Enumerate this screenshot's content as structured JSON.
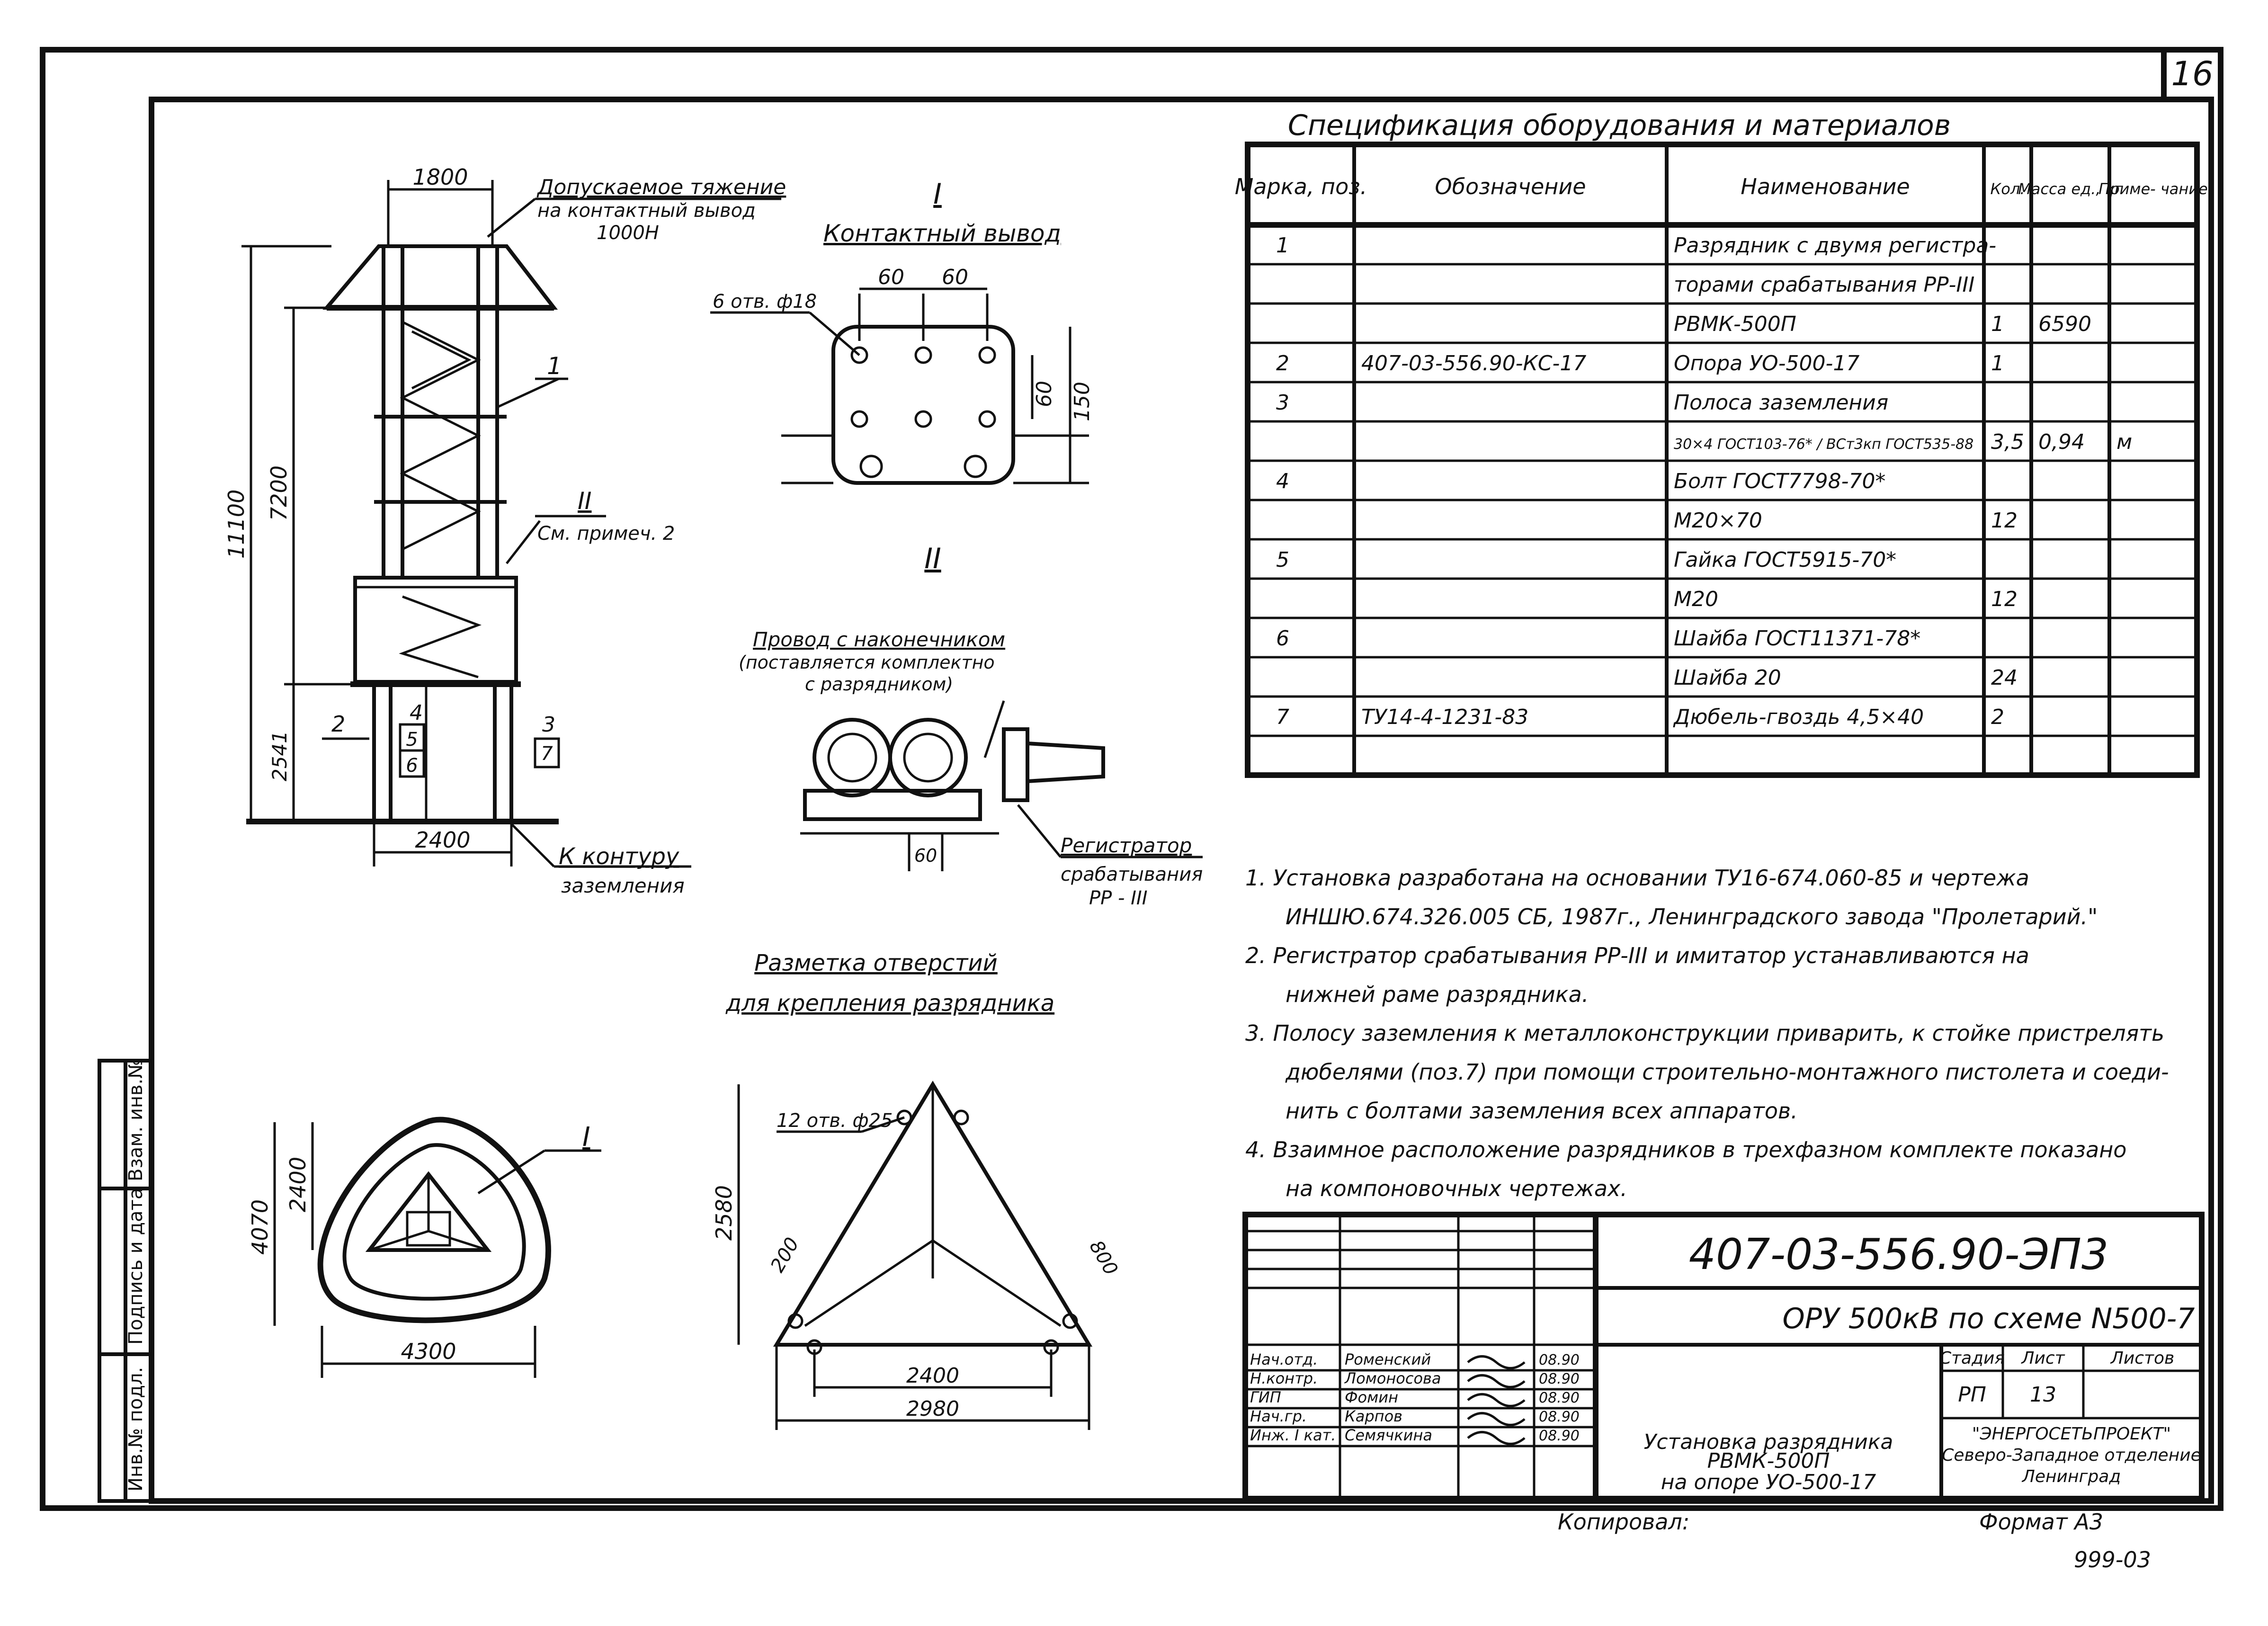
{
  "sheet": {
    "sheet_number": "16",
    "format_label": "Формат А3",
    "copied_label": "Копировал:",
    "archive_number": "999-03",
    "side_stamp": [
      "Инв.№ подл.",
      "Подпись и дата",
      "Взам. инв.№"
    ]
  },
  "elevation": {
    "top_width": "1800",
    "height_total": "11100",
    "height_upper": "7200",
    "height_lower": "2541",
    "base_width": "2400",
    "callout_tension": [
      "Допускаемое тяжение",
      "на контактный вывод",
      "1000Н"
    ],
    "callout_1": "1",
    "callout_2": "II",
    "callout_2_note": "См. примеч. 2",
    "pos_2": "2",
    "pos_3": "3",
    "pos_4": "4",
    "pos_5": "5",
    "pos_6": "6",
    "pos_7": "7",
    "ground_label": [
      "К контуру",
      "заземления"
    ]
  },
  "detail_I": {
    "roman": "I",
    "title": "Контактный вывод",
    "dim_a": "60",
    "dim_b": "60",
    "dim_c": "60",
    "dim_d": "150",
    "holes": "6 отв. ф18"
  },
  "detail_II": {
    "roman": "II",
    "wire_label": [
      "Провод с наконечником",
      "(поставляется комплектно",
      "с разрядником)"
    ],
    "dim": "60",
    "recorder_label": [
      "Регистратор",
      "срабатывания",
      "РР - III"
    ]
  },
  "plan": {
    "dim_width": "4300",
    "dim_height": "4070",
    "dim_inner": "2400",
    "callout": "I"
  },
  "holes_marking": {
    "title": [
      "Разметка отверстий",
      "для крепления разрядника"
    ],
    "holes": "12 отв. ф25",
    "dim_height": "2580",
    "dim_200": "200",
    "dim_800": "800",
    "dim_2400": "2400",
    "dim_2980": "2980"
  },
  "spec": {
    "title": "Спецификация оборудования и материалов",
    "headers": [
      "Марка, поз.",
      "Обозначение",
      "Наименование",
      "Кол.",
      "Масса ед., кг",
      "Приме- чание"
    ],
    "rows": [
      [
        "1",
        "",
        "Разрядник с двумя регистра-",
        "",
        "",
        ""
      ],
      [
        "",
        "",
        "торами срабатывания РР-III",
        "",
        "",
        ""
      ],
      [
        "",
        "",
        "РВМК-500П",
        "1",
        "6590",
        ""
      ],
      [
        "2",
        "407-03-556.90-КС-17",
        "Опора УО-500-17",
        "1",
        "",
        ""
      ],
      [
        "3",
        "",
        "Полоса заземления",
        "",
        "",
        ""
      ],
      [
        "",
        "",
        "30×4 ГОСТ103-76* / ВСт3кп ГОСТ535-88",
        "3,5",
        "0,94",
        "м"
      ],
      [
        "4",
        "",
        "Болт ГОСТ7798-70*",
        "",
        "",
        ""
      ],
      [
        "",
        "",
        "М20×70",
        "12",
        "",
        ""
      ],
      [
        "5",
        "",
        "Гайка ГОСТ5915-70*",
        "",
        "",
        ""
      ],
      [
        "",
        "",
        "М20",
        "12",
        "",
        ""
      ],
      [
        "6",
        "",
        "Шайба ГОСТ11371-78*",
        "",
        "",
        ""
      ],
      [
        "",
        "",
        "Шайба 20",
        "24",
        "",
        ""
      ],
      [
        "7",
        "ТУ14-4-1231-83",
        "Дюбель-гвоздь 4,5×40",
        "2",
        "",
        ""
      ],
      [
        "",
        "",
        "",
        "",
        "",
        ""
      ]
    ]
  },
  "notes": [
    "1. Установка разработана на основании ТУ16-674.060-85 и чертежа",
    "ИНШЮ.674.326.005 СБ, 1987г., Ленинградского завода \"Пролетарий.\"",
    "2. Регистратор срабатывания РР-III и имитатор устанавливаются на",
    "нижней раме разрядника.",
    "3. Полосу заземления к металлоконструкции приварить, к стойке пристрелять",
    "дюбелями (поз.7) при помощи строительно-монтажного пистолета и соеди-",
    "нить с болтами заземления всех аппаратов.",
    "4. Взаимное расположение разрядников в трехфазном комплекте показано",
    "на компоновочных чертежах."
  ],
  "title_block": {
    "doc_code": "407-03-556.90-ЭП3",
    "project": "ОРУ 500кВ по схеме N500-7",
    "drawing_title": [
      "Установка разрядника",
      "РВМК-500П",
      "на опоре УО-500-17"
    ],
    "stage_header": "Стадия",
    "sheet_header": "Лист",
    "sheets_header": "Листов",
    "stage": "РП",
    "sheet": "13",
    "sheets": "",
    "org": [
      "\"ЭНЕРГОСЕТЬПРОЕКТ\"",
      "Северо-Западное отделение",
      "Ленинград"
    ],
    "signers": [
      {
        "role": "Нач.отд.",
        "name": "Роменский",
        "date": "08.90"
      },
      {
        "role": "Н.контр.",
        "name": "Ломоносова",
        "date": "08.90"
      },
      {
        "role": "ГИП",
        "name": "Фомин",
        "date": "08.90"
      },
      {
        "role": "Нач.гр.",
        "name": "Карпов",
        "date": "08.90"
      },
      {
        "role": "Инж. I кат.",
        "name": "Семячкина",
        "date": "08.90"
      }
    ]
  }
}
